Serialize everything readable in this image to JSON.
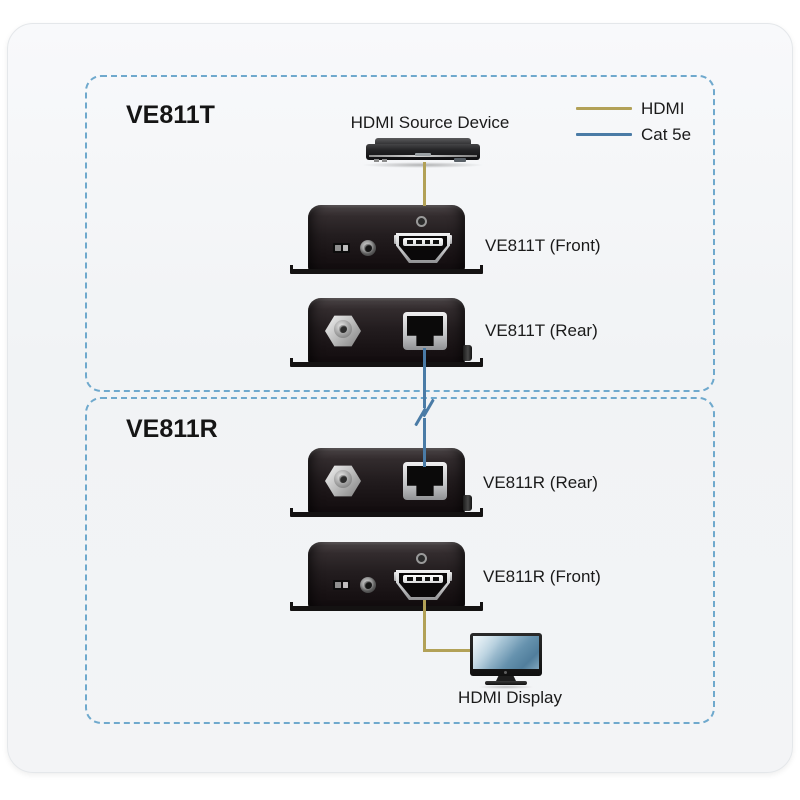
{
  "sections": [
    {
      "title": "VE811T",
      "source_device_label": "HDMI Source Device",
      "devices": [
        {
          "label": "VE811T (Front)",
          "type": "front"
        },
        {
          "label": "VE811T (Rear)",
          "type": "rear"
        }
      ]
    },
    {
      "title": "VE811R",
      "devices": [
        {
          "label": "VE811R (Rear)",
          "type": "rear"
        },
        {
          "label": "VE811R (Front)",
          "type": "front"
        }
      ],
      "display_device_label": "HDMI Display"
    }
  ],
  "legend": {
    "items": [
      {
        "label": "HDMI",
        "color": "#b2a157"
      },
      {
        "label": "Cat 5e",
        "color": "#4a7ba6"
      }
    ]
  },
  "colors": {
    "dashed_border": "#6fa9cd",
    "hdmi_cable": "#b2a157",
    "cat5e_cable": "#4a7ba6"
  }
}
